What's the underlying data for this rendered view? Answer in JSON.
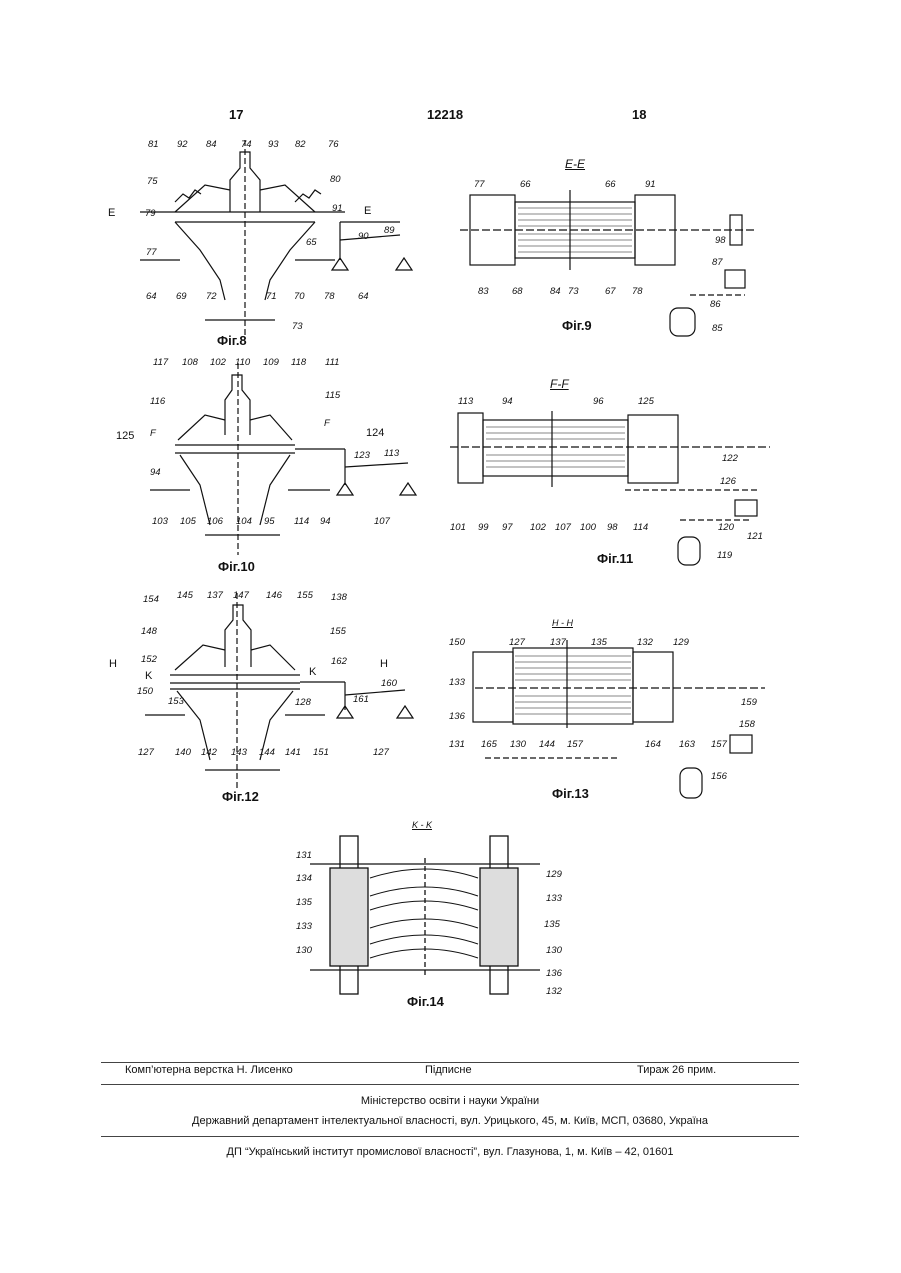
{
  "header": {
    "page_left": "17",
    "doc_number": "12218",
    "page_right": "18"
  },
  "figures": {
    "fig8": {
      "caption": "Фіг.8",
      "labels": [
        "81",
        "92",
        "84",
        "74",
        "93",
        "82",
        "76",
        "75",
        "80",
        "79",
        "91",
        "E",
        "E",
        "65",
        "90",
        "89",
        "77",
        "64",
        "69",
        "72",
        "71",
        "70",
        "78",
        "64",
        "73"
      ]
    },
    "fig9": {
      "caption": "Фіг.9",
      "section": "E-E",
      "labels": [
        "77",
        "66",
        "66",
        "91",
        "98",
        "87",
        "83",
        "68",
        "84",
        "73",
        "67",
        "78",
        "86",
        "85"
      ]
    },
    "fig10": {
      "caption": "Фіг.10",
      "labels": [
        "117",
        "108",
        "102",
        "110",
        "109",
        "118",
        "111",
        "116",
        "115",
        "F",
        "125",
        "F",
        "124",
        "123",
        "113",
        "94",
        "103",
        "105",
        "106",
        "104",
        "95",
        "114",
        "94",
        "107"
      ]
    },
    "fig11": {
      "caption": "Фіг.11",
      "section": "F-F",
      "labels": [
        "113",
        "94",
        "96",
        "125",
        "122",
        "126",
        "101",
        "99",
        "97",
        "102",
        "107",
        "100",
        "98",
        "114",
        "120",
        "121",
        "119"
      ]
    },
    "fig12": {
      "caption": "Фіг.12",
      "labels": [
        "154",
        "145",
        "137",
        "147",
        "146",
        "155",
        "138",
        "148",
        "155",
        "H",
        "152",
        "K",
        "K",
        "H",
        "162",
        "150",
        "153",
        "161",
        "160",
        "128",
        "127",
        "140",
        "142",
        "143",
        "144",
        "141",
        "151",
        "127"
      ]
    },
    "fig13": {
      "caption": "Фіг.13",
      "section": "H - H",
      "labels": [
        "150",
        "127",
        "137",
        "135",
        "132",
        "129",
        "133",
        "159",
        "136",
        "158",
        "131",
        "165",
        "130",
        "144",
        "157",
        "164",
        "163",
        "157",
        "156"
      ]
    },
    "fig14": {
      "caption": "Фіг.14",
      "section": "K - K",
      "labels": [
        "131",
        "134",
        "135",
        "133",
        "130",
        "129",
        "133",
        "135",
        "130",
        "136",
        "132"
      ]
    }
  },
  "footer": {
    "typesetting": "Комп’ютерна верстка Н. Лисенко",
    "signed": "Підписне",
    "circulation": "Тираж 26 прим.",
    "ministry": "Міністерство освіти і науки України",
    "department": "Державний департамент інтелектуальної власності, вул. Урицького, 45, м. Київ, МСП, 03680, Україна",
    "institute": "ДП “Український інститут промислової власності”, вул. Глазунова, 1, м. Київ – 42, 01601"
  }
}
